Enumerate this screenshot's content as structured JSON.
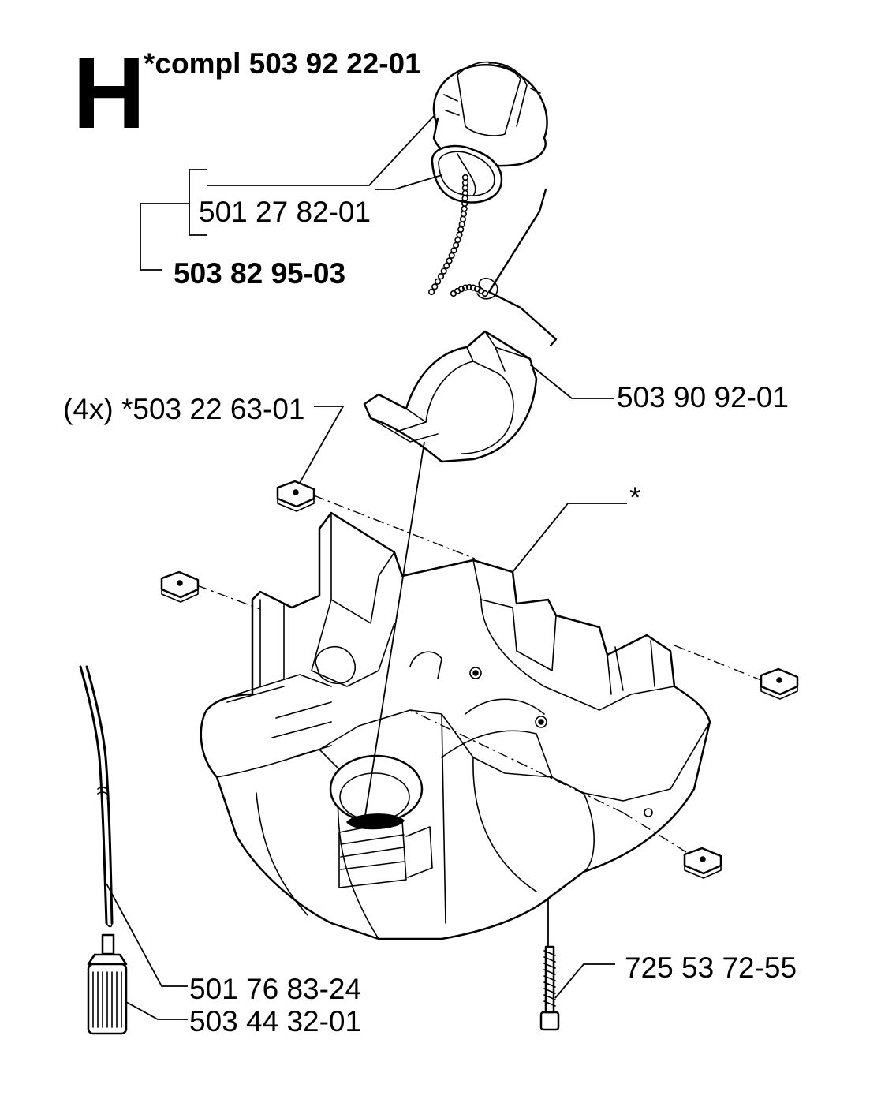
{
  "section_letter": "H",
  "labels": {
    "complete_kit": "*compl 503 92 22-01",
    "cap_gasket": "501 27 82-01",
    "cap_assembly": "503 82 95-03",
    "nuts": "(4x) *503 22 63-01",
    "tank_cover": "503 90 92-01",
    "tank_star": "*",
    "fuel_hose": "501 76 83-24",
    "fuel_filter": "503 44 32-01",
    "screw": "725 53 72-55"
  }
}
